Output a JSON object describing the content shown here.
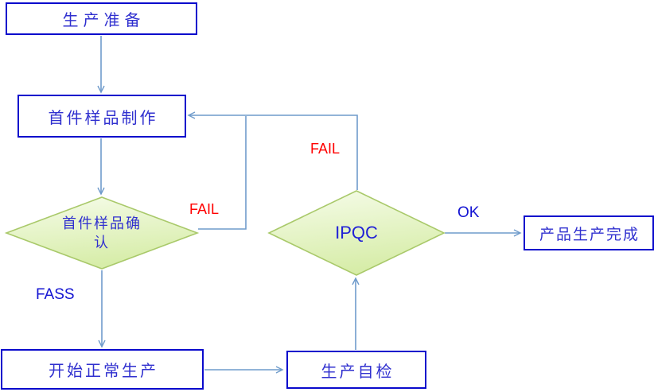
{
  "diagram": {
    "type": "flowchart",
    "nodes": {
      "prep": {
        "label": "生产准备",
        "shape": "rect"
      },
      "first_sample": {
        "label": "首件样品制作",
        "shape": "rect"
      },
      "first_confirm": {
        "label": "首件样品确认",
        "shape": "diamond"
      },
      "ipqc": {
        "label": "IPQC",
        "shape": "diamond"
      },
      "normal_production": {
        "label": "开始正常生产",
        "shape": "rect"
      },
      "self_check": {
        "label": "生产自检",
        "shape": "rect"
      },
      "complete": {
        "label": "产品生产完成",
        "shape": "rect"
      }
    },
    "edges": [
      {
        "from": "prep",
        "to": "first_sample",
        "label": ""
      },
      {
        "from": "first_sample",
        "to": "first_confirm",
        "label": ""
      },
      {
        "from": "first_confirm",
        "to": "first_sample",
        "label": "FAIL"
      },
      {
        "from": "first_confirm",
        "to": "normal_production",
        "label": "FASS"
      },
      {
        "from": "normal_production",
        "to": "self_check",
        "label": ""
      },
      {
        "from": "self_check",
        "to": "ipqc",
        "label": ""
      },
      {
        "from": "ipqc",
        "to": "first_sample",
        "label": "FAIL"
      },
      {
        "from": "ipqc",
        "to": "complete",
        "label": "OK"
      }
    ],
    "edge_labels": {
      "first_confirm_fail": "FAIL",
      "ipqc_fail": "FAIL",
      "first_confirm_pass": "FASS",
      "ipqc_ok": "OK"
    },
    "colors": {
      "box_border": "#0a0acc",
      "box_text": "#3030cf",
      "diamond_border": "#a9c96a",
      "diamond_fill_top": "#f4fbe6",
      "diamond_fill_bottom": "#d7eda9",
      "connector": "#6f9bcb",
      "fail_label": "#ff0000",
      "pass_label": "#1313d2"
    }
  }
}
